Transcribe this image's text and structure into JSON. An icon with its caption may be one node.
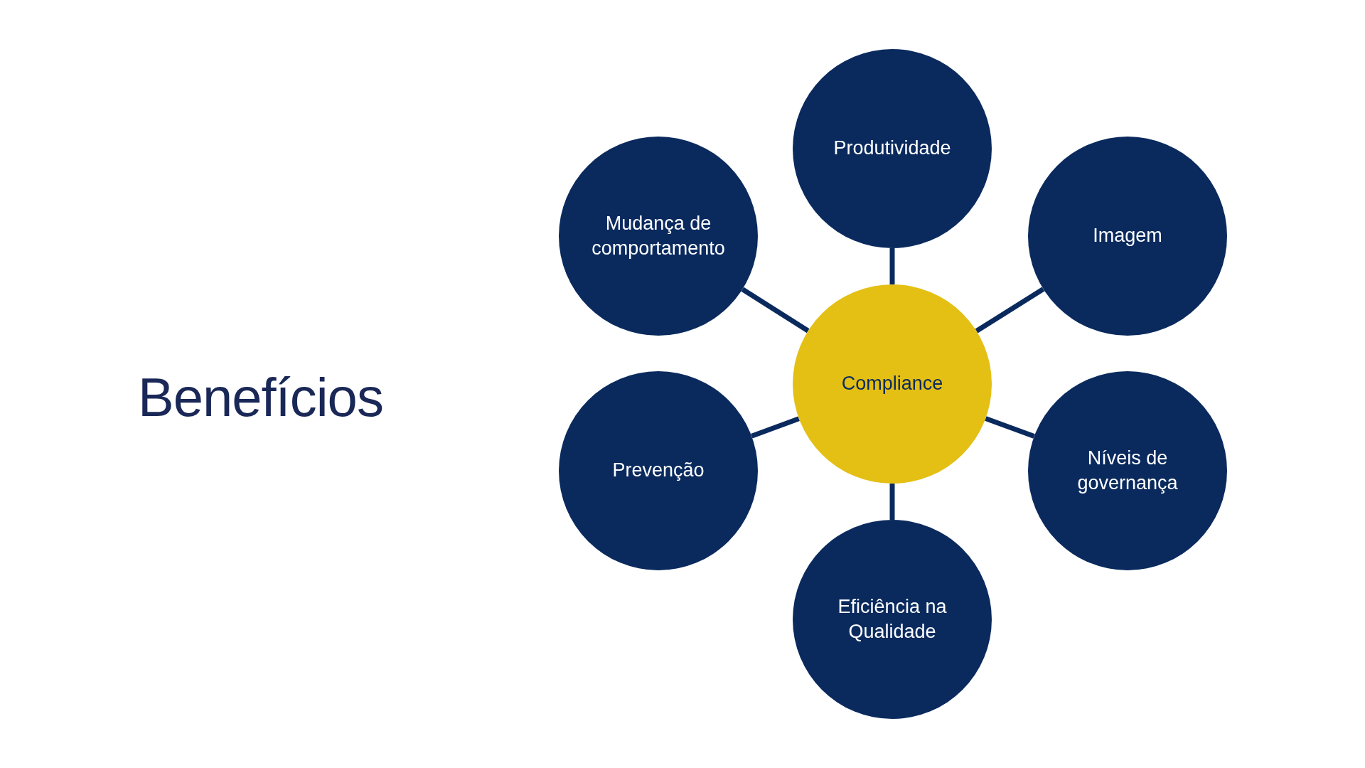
{
  "diagram": {
    "title": "Benefícios",
    "nodes": [
      {
        "text": [
          "Produtividade"
        ]
      },
      {
        "text": [
          "Mudança de comportamento"
        ]
      },
      {
        "text": [
          "Imagem"
        ]
      },
      {
        "text": [
          "Compliance"
        ]
      },
      {
        "text": [
          "Prevenção"
        ]
      },
      {
        "text": [
          "Níveis de governança"
        ]
      },
      {
        "text": [
          "Eficiência na Qualidade"
        ]
      }
    ],
    "edges": [
      {
        "from": 3,
        "to": 0,
        "arrow": "none"
      },
      {
        "from": 3,
        "to": 1,
        "arrow": "none"
      },
      {
        "from": 3,
        "to": 2,
        "arrow": "none"
      },
      {
        "from": 3,
        "to": 4,
        "arrow": "none"
      },
      {
        "from": 3,
        "to": 5,
        "arrow": "none"
      },
      {
        "from": 3,
        "to": 6,
        "arrow": "none"
      }
    ]
  }
}
